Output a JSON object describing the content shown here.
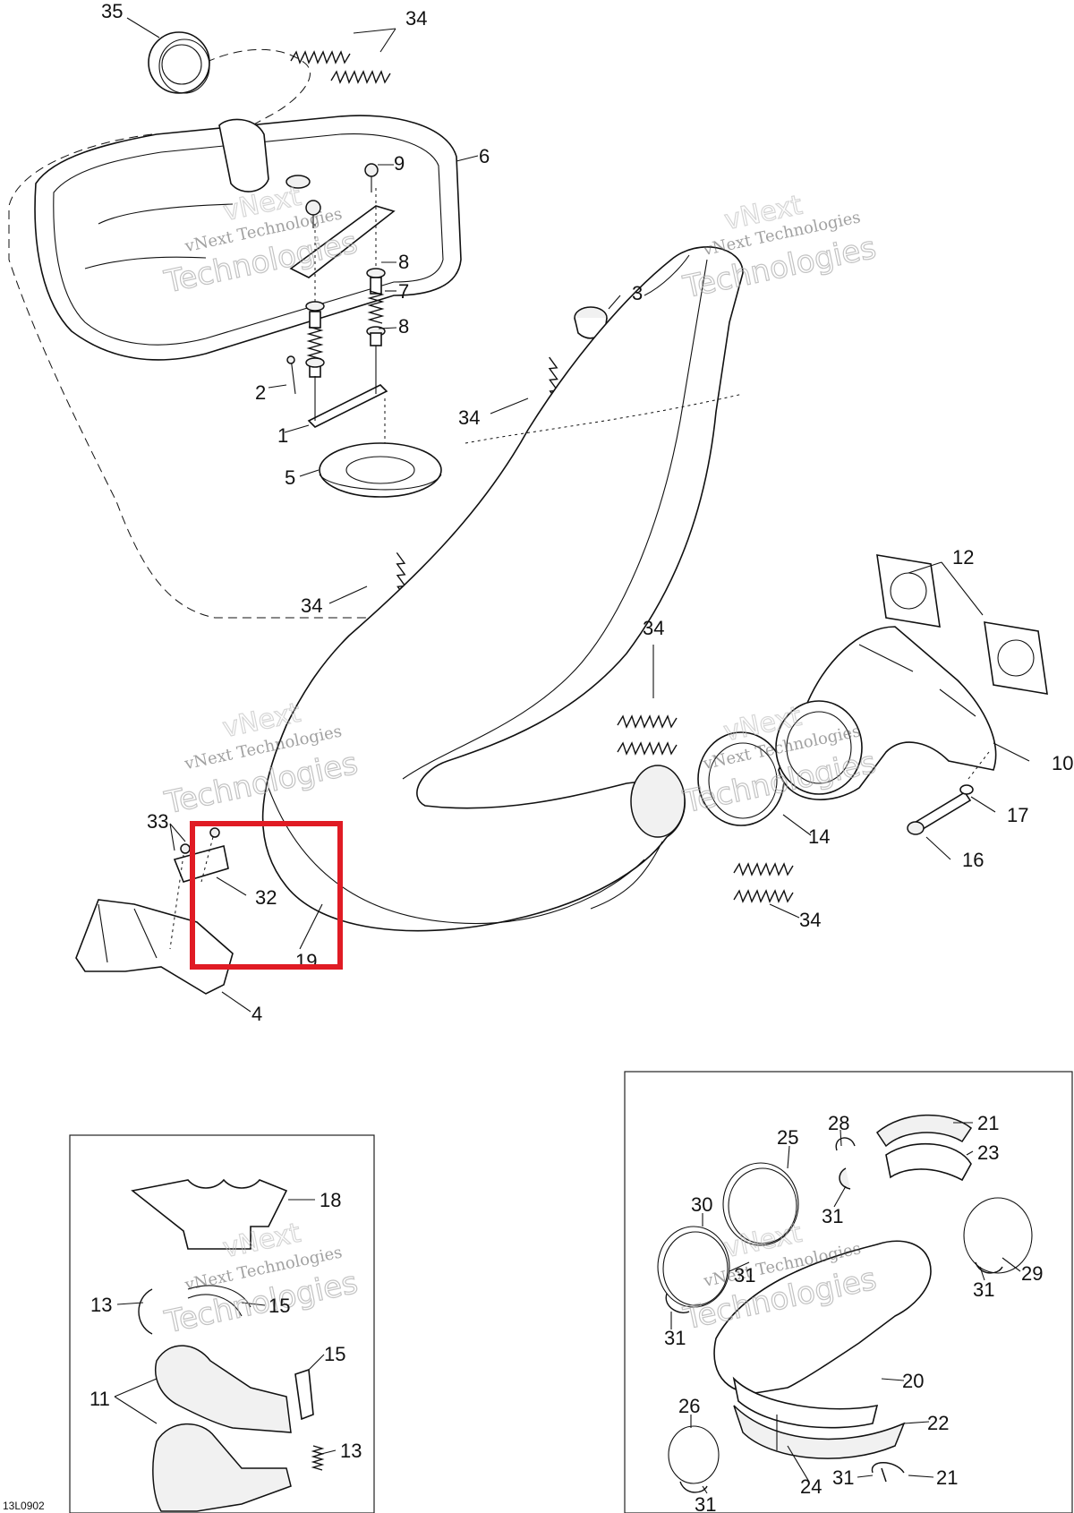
{
  "callouts": {
    "c35": "35",
    "c34a": "34",
    "c6": "6",
    "c9": "9",
    "c8a": "8",
    "c7": "7",
    "c8b": "8",
    "c3": "3",
    "c2": "2",
    "c1": "1",
    "c34b": "34",
    "c5": "5",
    "c34c": "34",
    "c12": "12",
    "c34d": "34",
    "c10": "10",
    "c17": "17",
    "c16": "16",
    "c14": "14",
    "c34e": "34",
    "c33": "33",
    "c32": "32",
    "c19": "19",
    "c4": "4",
    "c18": "18",
    "c13a": "13",
    "c15a": "15",
    "c15b": "15",
    "c11": "11",
    "c13b": "13",
    "c28": "28",
    "c21a": "21",
    "c25": "25",
    "c23": "23",
    "c31a": "31",
    "c30": "30",
    "c31b": "31",
    "c29": "29",
    "c31c": "31",
    "c31d": "31",
    "c20": "20",
    "c26": "26",
    "c22": "22",
    "c24": "24",
    "c31e": "31",
    "c21b": "21",
    "c31f": "31"
  },
  "watermark": {
    "line1": "vNext Technologies",
    "line2": "vNext",
    "line3": "Technologies"
  },
  "figure_code": "13L0902",
  "highlight_color": "#e01b24"
}
